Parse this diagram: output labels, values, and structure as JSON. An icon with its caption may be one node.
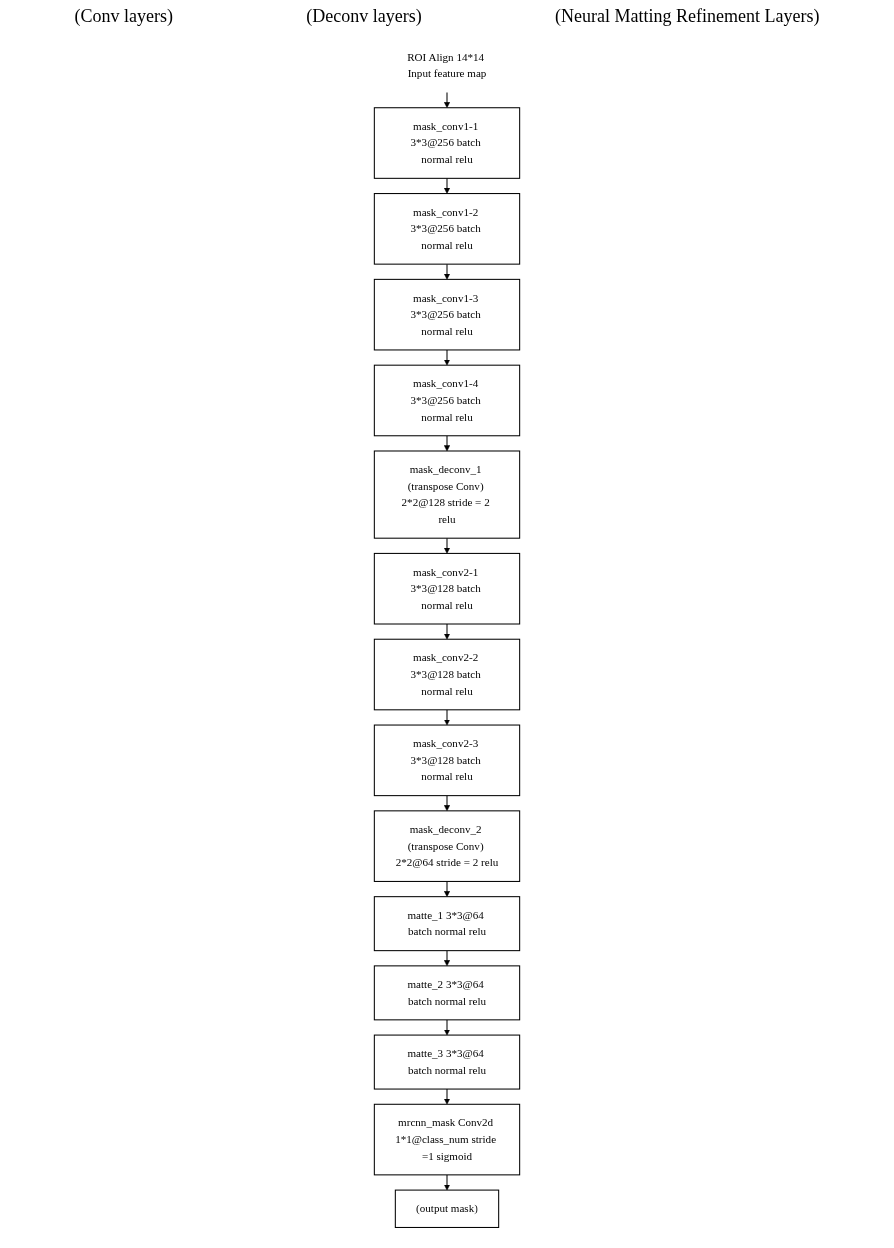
{
  "diagram": {
    "nodes": [
      {
        "text": [
          "ROI Align 14*14 Input feature map"
        ]
      },
      {
        "text": [
          "mask_conv1-1 3*3@256 batch normal relu"
        ]
      },
      {
        "text": [
          "mask_conv1-2 3*3@256 batch normal relu"
        ]
      },
      {
        "text": [
          "mask_conv1-3 3*3@256 batch normal relu"
        ]
      },
      {
        "text": [
          "mask_conv1-4 3*3@256 batch normal relu"
        ]
      },
      {
        "text": [
          "mask_deconv_1 (transpose Conv) 2*2@128 stride = 2 relu"
        ]
      },
      {
        "text": [
          "mask_conv2-1 3*3@128 batch normal relu"
        ]
      },
      {
        "text": [
          "mask_conv2-2 3*3@128 batch normal relu"
        ]
      },
      {
        "text": [
          "mask_conv2-3 3*3@128 batch normal relu"
        ]
      },
      {
        "text": [
          "mask_deconv_2 (transpose Conv) 2*2@64 stride = 2 relu"
        ]
      },
      {
        "text": [
          "matte_1 3*3@64 batch normal relu"
        ]
      },
      {
        "text": [
          "matte_2 3*3@64 batch normal relu"
        ]
      },
      {
        "text": [
          "matte_3 3*3@64 batch normal relu"
        ]
      },
      {
        "text": [
          "mrcnn_mask Conv2d 1*1@class_num stride =1 sigmoid"
        ]
      },
      {
        "text": [
          "(output mask)"
        ]
      }
    ],
    "edges": [
      {
        "from": 0,
        "to": 1,
        "arrow": "to"
      },
      {
        "from": 1,
        "to": 2,
        "arrow": "to"
      },
      {
        "from": 2,
        "to": 3,
        "arrow": "to"
      },
      {
        "from": 3,
        "to": 4,
        "arrow": "to"
      },
      {
        "from": 4,
        "to": 5,
        "arrow": "to"
      },
      {
        "from": 5,
        "to": 6,
        "arrow": "to"
      },
      {
        "from": 6,
        "to": 7,
        "arrow": "to"
      },
      {
        "from": 7,
        "to": 8,
        "arrow": "to"
      },
      {
        "from": 8,
        "to": 9,
        "arrow": "to"
      },
      {
        "from": 9,
        "to": 10,
        "arrow": "to"
      },
      {
        "from": 10,
        "to": 11,
        "arrow": "to"
      },
      {
        "from": 11,
        "to": 12,
        "arrow": "to"
      },
      {
        "from": 12,
        "to": 13,
        "arrow": "to"
      },
      {
        "from": 13,
        "to": 14,
        "arrow": "to"
      }
    ],
    "labels": [
      "(Conv layers)",
      "(Deconv layers)",
      "(Neural Matting Refinement Layers)"
    ]
  }
}
